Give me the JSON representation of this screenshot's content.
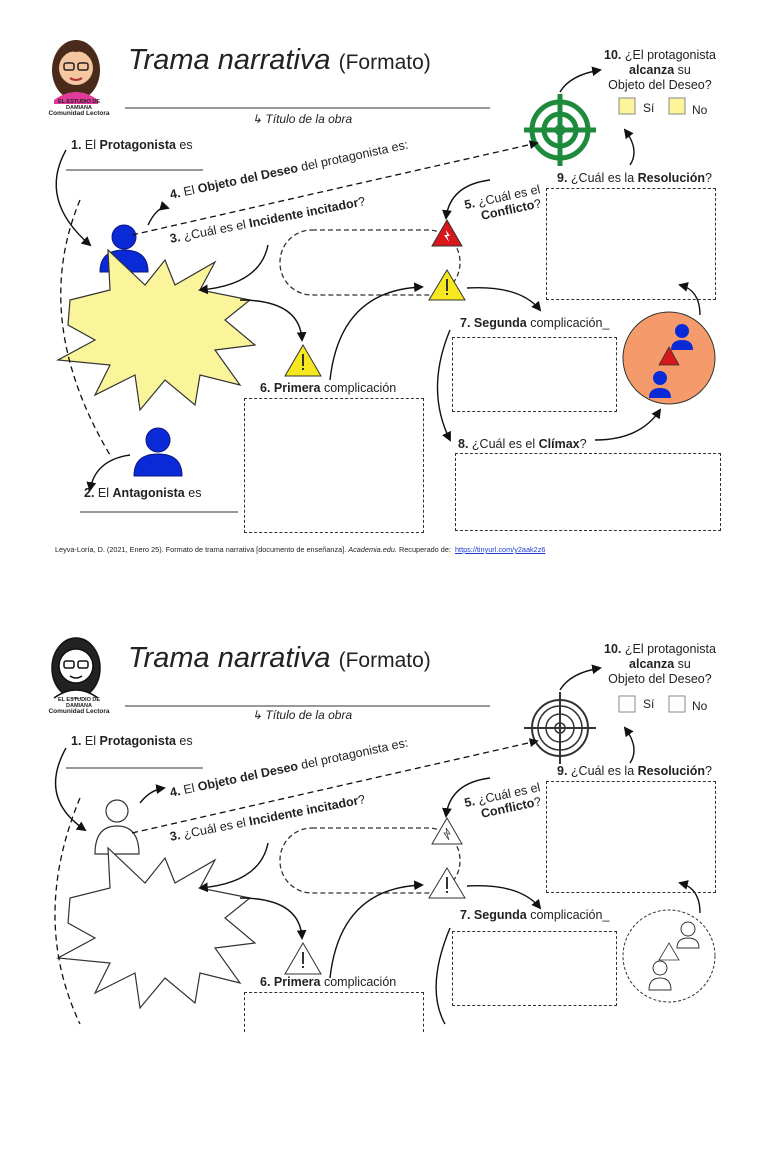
{
  "header": {
    "title_italic": "Trama narrativa",
    "title_format": "(Formato)",
    "brand_line1": "EL ESTUDIO DE DAMIANA",
    "brand_line2": "Comunidad Lectora",
    "title_hint": "Título de la obra"
  },
  "items": {
    "q1_num": "1.",
    "q1_pre": "El",
    "q1_bold": "Protagonista",
    "q1_post": "es",
    "q2_num": "2.",
    "q2_pre": "El",
    "q2_bold": "Antagonista",
    "q2_post": "es",
    "q3_num": "3.",
    "q3_pre": "¿Cuál es el",
    "q3_bold": "Incidente incitador",
    "q3_post": "?",
    "q4_num": "4.",
    "q4_pre": "El",
    "q4_bold": "Objeto del Deseo",
    "q4_post": "del protagonista es:",
    "q5_num": "5.",
    "q5_pre": "¿Cuál es el",
    "q5_bold": "Conflicto",
    "q5_post": "?",
    "q6_num": "6.",
    "q6_bold": "Primera",
    "q6_post": "complicación",
    "q7_num": "7.",
    "q7_bold": "Segunda",
    "q7_post": "complicación_",
    "q8_num": "8.",
    "q8_pre": "¿Cuál es el",
    "q8_bold": "Clímax",
    "q8_post": "?",
    "q9_num": "9.",
    "q9_pre": "¿Cuál es la",
    "q9_bold": "Resolución",
    "q9_post": "?",
    "q10_num": "10.",
    "q10_pre": "¿El protagonista",
    "q10_bold": "alcanza",
    "q10_post": "su",
    "q10_line3": "Objeto del Deseo?",
    "yes": "Sí",
    "no": "No"
  },
  "footer": {
    "citation": "Leyva-Loría, D. (2021, Enero 25). Formato de trama narrativa [documento de enseñanza].",
    "source": "Academia.edu.",
    "retrieved": "Recuperado de:",
    "link": "https://tinyurl.com/y2aak2z6"
  },
  "colors": {
    "person_color": "#0a2ad8",
    "burst_color": "#faf59a",
    "warning_color": "#f7e71e",
    "target_color": "#1e8a3c",
    "climax_circle": "#f59a6a",
    "checkbox_color": "#fdf59a",
    "conflict_red": "#d8171b"
  },
  "icons": [
    "avatar-icon",
    "person-icon",
    "burst-icon",
    "warning-icon",
    "lightning-warning-icon",
    "target-icon",
    "curved-arrow-icon"
  ]
}
